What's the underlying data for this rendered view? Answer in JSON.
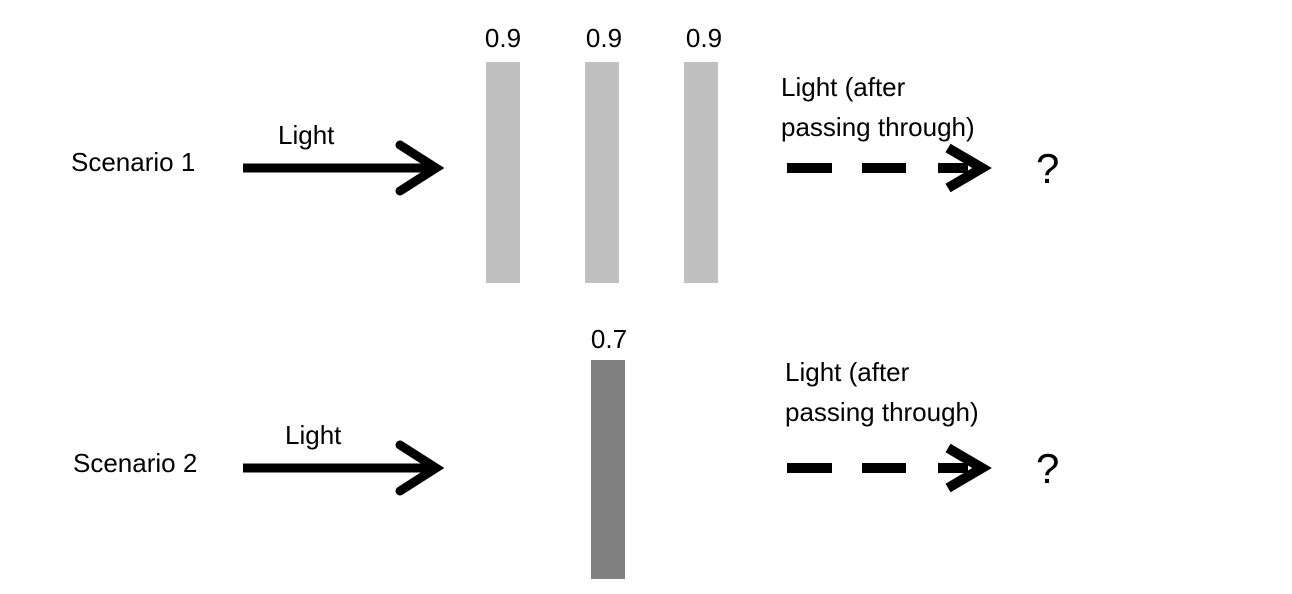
{
  "scenarios": [
    {
      "label": "Scenario 1",
      "input_label": "Light",
      "output_label_line1": "Light (after",
      "output_label_line2": "passing through)",
      "result": "?",
      "filters": [
        {
          "value": "0.9",
          "color": "#c0c0c0"
        },
        {
          "value": "0.9",
          "color": "#c0c0c0"
        },
        {
          "value": "0.9",
          "color": "#c0c0c0"
        }
      ]
    },
    {
      "label": "Scenario 2",
      "input_label": "Light",
      "output_label_line1": "Light (after",
      "output_label_line2": "passing through)",
      "result": "?",
      "filters": [
        {
          "value": "0.7",
          "color": "#808080"
        }
      ]
    }
  ],
  "colors": {
    "arrow": "#000000",
    "background": "#ffffff"
  }
}
